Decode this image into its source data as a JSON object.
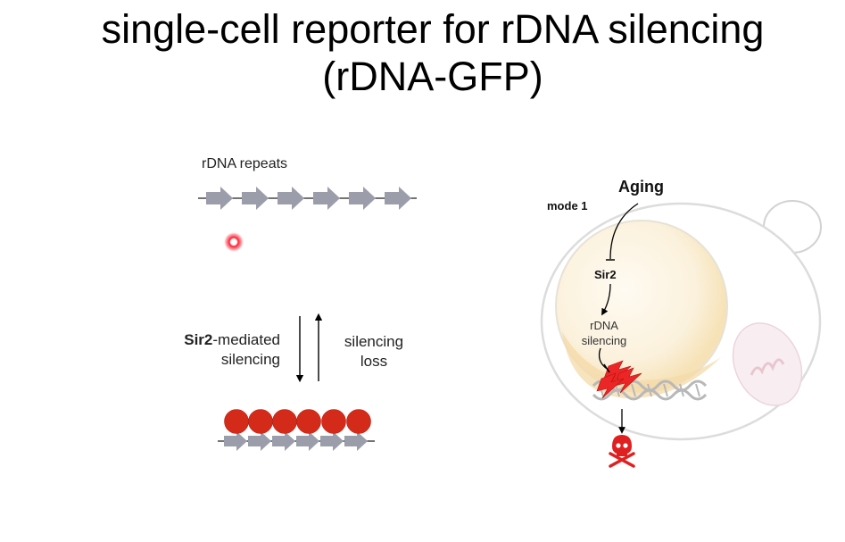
{
  "title": {
    "line1": "single-cell reporter for rDNA silencing",
    "line2": "(rDNA-GFP)"
  },
  "left_panel": {
    "repeats_label": "rDNA repeats",
    "sir2_bold": "Sir2",
    "sir2_rest": "-mediated",
    "silencing_word": "silencing",
    "loss_line1": "silencing",
    "loss_line2": "loss"
  },
  "right_panel": {
    "mode_label": "mode 1",
    "aging_label": "Aging",
    "sir2_label": "Sir2",
    "rdna_line1": "rDNA",
    "rdna_line2": "silencing"
  },
  "icons": [
    "repeat-arrow-icon",
    "nucleosome-icon",
    "lightning-icon",
    "skull-crossbones-icon",
    "laser-pointer-dot-icon"
  ],
  "colors": {
    "repeat_arrow": "#9b9eaa",
    "nucleosome": "#d42a1a",
    "lightning": "#ec2626",
    "skull": "#e02020",
    "nucleus_fill": "#fbf0d9"
  }
}
